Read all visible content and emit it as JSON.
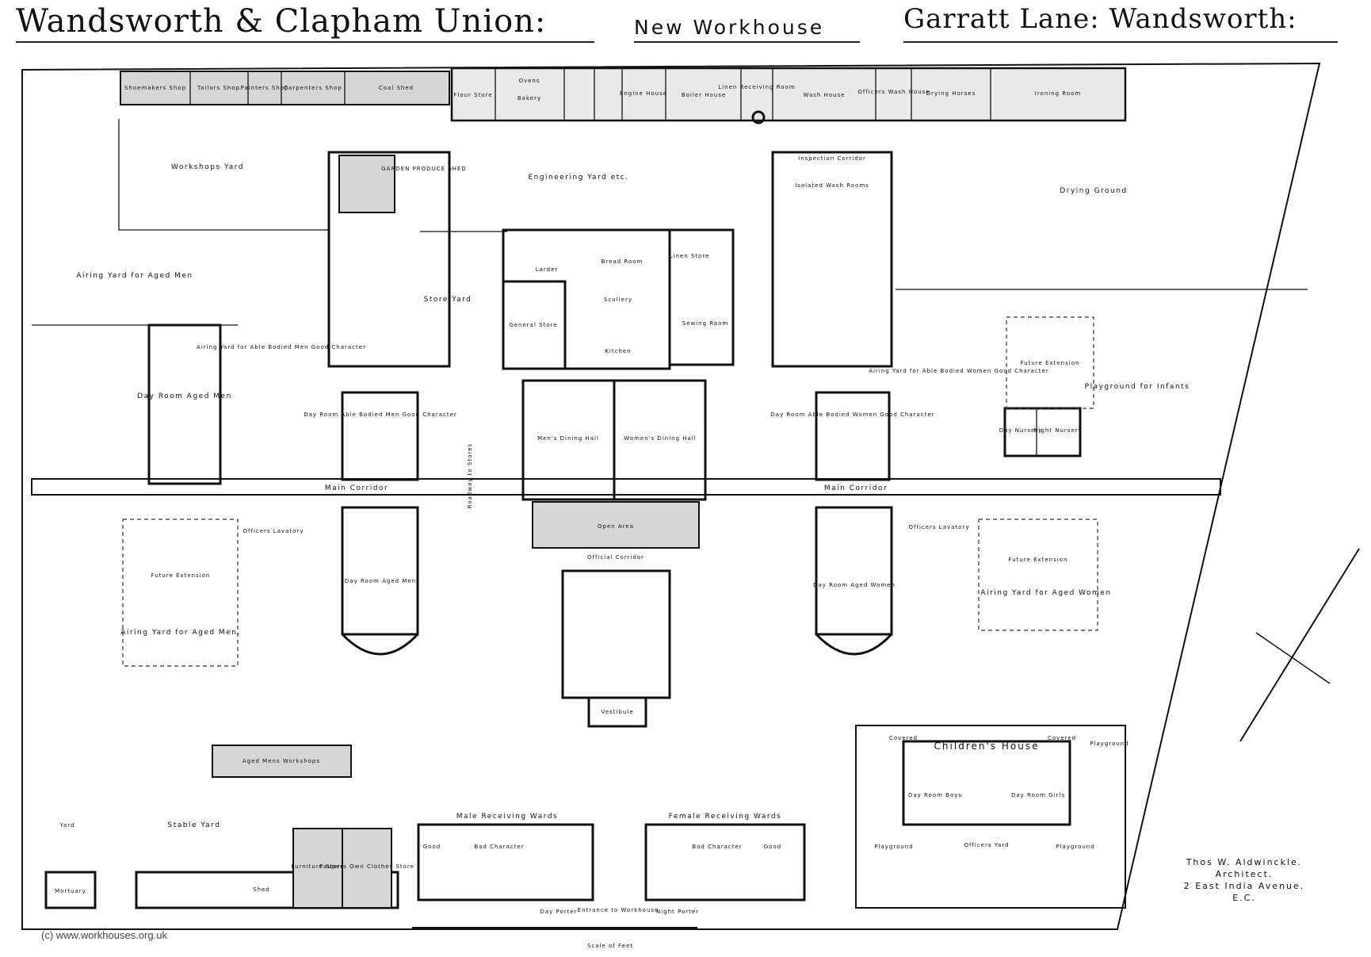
{
  "header": {
    "title": "Wandsworth & Clapham Union:",
    "subtitle": "New Workhouse",
    "location": "Garratt Lane: Wandsworth:"
  },
  "labels": {
    "shoemakers": "Shoemakers Shop",
    "tailors": "Tailors Shop",
    "painters": "Painters Shop",
    "carpenters": "Carpenters Shop",
    "coal": "Coal Shed",
    "flour": "Flour Store",
    "ovens": "Ovens",
    "bakery": "Bakery",
    "engine": "Engine House",
    "boiler": "Boiler House",
    "linen_recv": "Linen Receiving Room",
    "wash": "Wash House",
    "officers_wash": "Officers Wash House",
    "drying_horses": "Drying Horses",
    "ironing": "Ironing Room",
    "workshops_yard": "Workshops Yard",
    "engineering_yard": "Engineering Yard etc.",
    "drying_ground": "Drying Ground",
    "inspection": "Inspection Corridor",
    "isolated_wash": "Isolated Wash Rooms",
    "airing_aged_men": "Airing Yard for Aged Men",
    "store_yard": "Store Yard",
    "larder": "Larder",
    "bread": "Bread Room",
    "linen_store": "Linen Store",
    "scullery": "Scullery",
    "general_store": "General Store",
    "kitchen": "Kitchen",
    "sewing": "Sewing Room",
    "day_room_aged_men": "Day Room Aged Men",
    "day_room_abm": "Day Room Able Bodied Men Good Character",
    "mens_dining": "Men's Dining Hall",
    "womens_dining": "Women's Dining Hall",
    "day_room_abw": "Day Room Able Bodied Women Good Character",
    "airing_abm": "Airing Yard for Able Bodied Men Good Character",
    "airing_abw": "Airing Yard for Able Bodied Women Good Character",
    "future_extension": "Future Extension",
    "playground_infants": "Playground for Infants",
    "day_nursery": "Day Nursery",
    "night_nursery": "Night Nursery",
    "main_corridor": "Main Corridor",
    "roadway": "Roadway to Stores",
    "open_area": "Open Area",
    "official_corridor": "Official Corridor",
    "officers_lavatory": "Officers Lavatory",
    "day_room_aged_women": "Day Room Aged Women",
    "airing_aged_women": "Airing Yard for Aged Women",
    "airing_aged_men2": "Airing Yard for Aged Men.",
    "vestibule": "Vestibule",
    "aged_mens_workshops": "Aged Mens Workshops",
    "childrens_house": "Children's House",
    "playground": "Playground",
    "officers_yard": "Officers Yard",
    "stable_yard": "Stable Yard",
    "yard": "Yard",
    "mortuary": "Mortuary",
    "furniture_store": "Furniture Store",
    "paupers_clothes": "Paupers Own Clothes Store",
    "shed": "Shed",
    "male_receiving": "Male Receiving Wards",
    "female_receiving": "Female Receiving Wards",
    "bad_character": "Bad Character",
    "good": "Good",
    "entrance": "Entrance to Workhouse",
    "day_porter": "Day Porter",
    "night_porter": "Night Porter",
    "scale": "Scale of Feet",
    "covered": "Covered",
    "day_room_boys": "Day Room Boys",
    "day_room_girls": "Day Room Girls"
  },
  "architect": {
    "name": "Thos W. Aldwinckle.",
    "role": "Architect.",
    "address": "2 East India Avenue.",
    "postal": "E.C."
  },
  "credit": "(c) www.workhouses.org.uk"
}
